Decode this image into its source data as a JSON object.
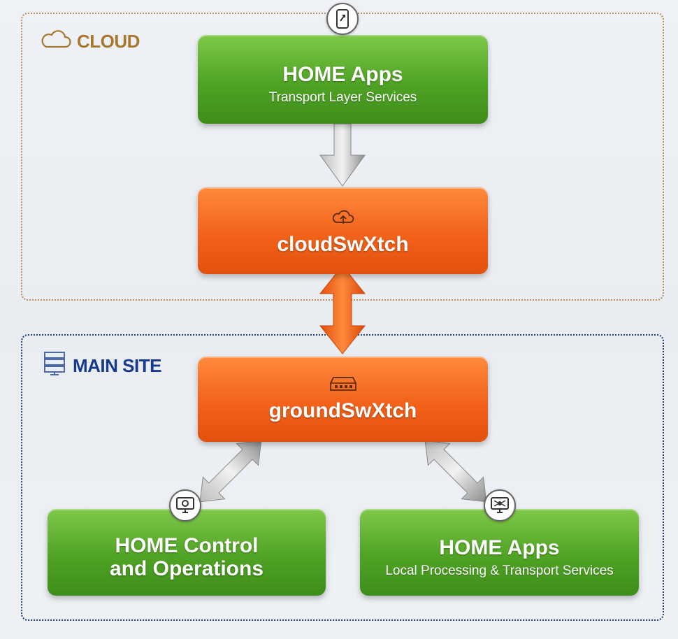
{
  "zones": {
    "cloud": {
      "label": "CLOUD",
      "color": "#a8782d"
    },
    "main_site": {
      "label": "MAIN SITE",
      "color": "#173a8e"
    }
  },
  "nodes": {
    "home_apps_cloud": {
      "title": "HOME Apps",
      "subtitle": "Transport Layer Services",
      "icon": "mobile-app-icon"
    },
    "cloudswxtch": {
      "title": "cloudSwXtch",
      "icon": "cloud-upload-icon"
    },
    "groundswxtch": {
      "title": "groundSwXtch",
      "icon": "network-switch-icon"
    },
    "home_control": {
      "title_line1": "HOME Control",
      "title_line2": "and Operations",
      "icon": "monitor-gear-icon"
    },
    "home_apps_local": {
      "title": "HOME Apps",
      "subtitle": "Local Processing & Transport Services",
      "icon": "monitor-network-icon"
    }
  },
  "colors": {
    "green": "#4fa324",
    "orange": "#f2621a",
    "arrow_gray": "#9a9a9a",
    "arrow_orange": "#f05a14"
  }
}
